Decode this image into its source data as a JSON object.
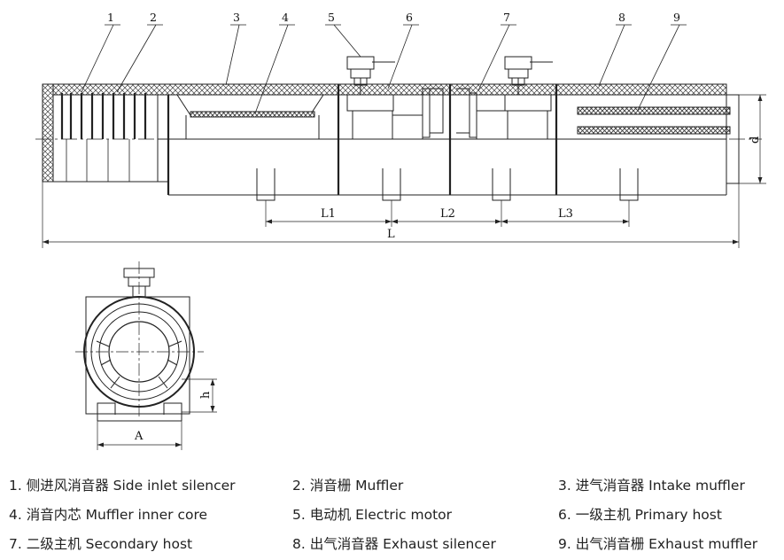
{
  "callouts": [
    "1",
    "2",
    "3",
    "4",
    "5",
    "6",
    "7",
    "8",
    "9"
  ],
  "dimensions": {
    "L1": "L1",
    "L2": "L2",
    "L3": "L3",
    "L": "L",
    "d": "d",
    "h": "h",
    "A": "A"
  },
  "legend": [
    {
      "text": "1. 侧进风消音器 Side inlet silencer"
    },
    {
      "text": "2. 消音栅 Muffler"
    },
    {
      "text": "3. 进气消音器 Intake muffler"
    },
    {
      "text": "4. 消音内芯 Muffler inner core"
    },
    {
      "text": "5. 电动机 Electric motor"
    },
    {
      "text": "6. 一级主机 Primary host"
    },
    {
      "text": "7. 二级主机 Secondary host"
    },
    {
      "text": "8. 出气消音器 Exhaust silencer"
    },
    {
      "text": "9. 出气消音栅 Exhaust muffler"
    }
  ]
}
